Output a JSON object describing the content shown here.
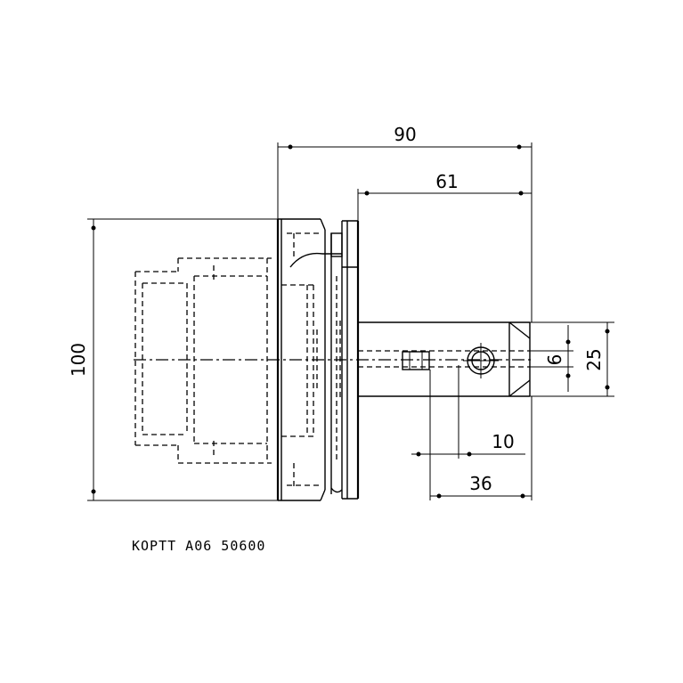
{
  "dimensions": {
    "overall_length": "90",
    "shank_length": "61",
    "flange_diameter": "100",
    "shank_diameter": "25",
    "bore": "6",
    "screw_offset": "10",
    "screw_position": "36"
  },
  "part_label": "КОРТТ А06 50600"
}
